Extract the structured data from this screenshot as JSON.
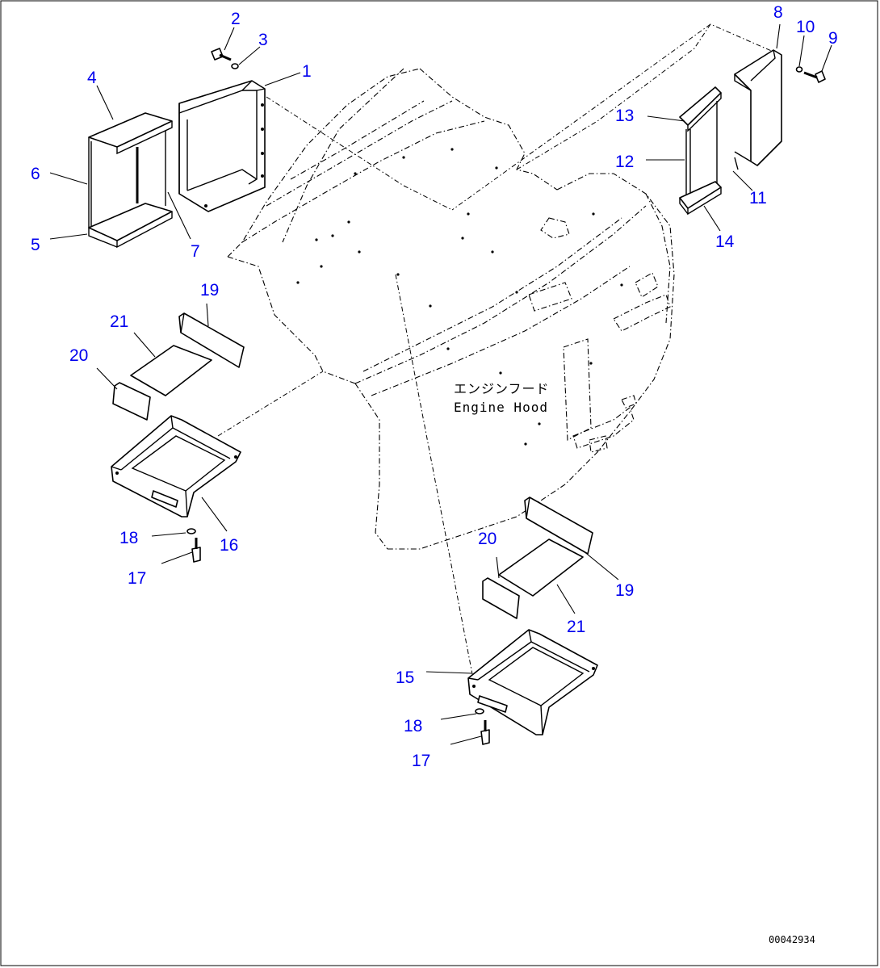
{
  "drawing": {
    "number": "00042934",
    "hood_label_jp": "エンジンフード",
    "hood_label_en": "Engine Hood"
  },
  "callouts": [
    {
      "id": "c1",
      "label": "1"
    },
    {
      "id": "c2",
      "label": "2"
    },
    {
      "id": "c3",
      "label": "3"
    },
    {
      "id": "c4",
      "label": "4"
    },
    {
      "id": "c5",
      "label": "5"
    },
    {
      "id": "c6",
      "label": "6"
    },
    {
      "id": "c7",
      "label": "7"
    },
    {
      "id": "c8",
      "label": "8"
    },
    {
      "id": "c9",
      "label": "9"
    },
    {
      "id": "c10",
      "label": "10"
    },
    {
      "id": "c11",
      "label": "11"
    },
    {
      "id": "c12",
      "label": "12"
    },
    {
      "id": "c13",
      "label": "13"
    },
    {
      "id": "c14",
      "label": "14"
    },
    {
      "id": "c15",
      "label": "15"
    },
    {
      "id": "c16",
      "label": "16"
    },
    {
      "id": "c17a",
      "label": "17"
    },
    {
      "id": "c18a",
      "label": "18"
    },
    {
      "id": "c19a",
      "label": "19"
    },
    {
      "id": "c20a",
      "label": "20"
    },
    {
      "id": "c21a",
      "label": "21"
    },
    {
      "id": "c17b",
      "label": "17"
    },
    {
      "id": "c18b",
      "label": "18"
    },
    {
      "id": "c19b",
      "label": "19"
    },
    {
      "id": "c20b",
      "label": "20"
    },
    {
      "id": "c21b",
      "label": "21"
    }
  ],
  "colors": {
    "callout": "#0000ee",
    "line": "#000000",
    "background": "#ffffff"
  }
}
